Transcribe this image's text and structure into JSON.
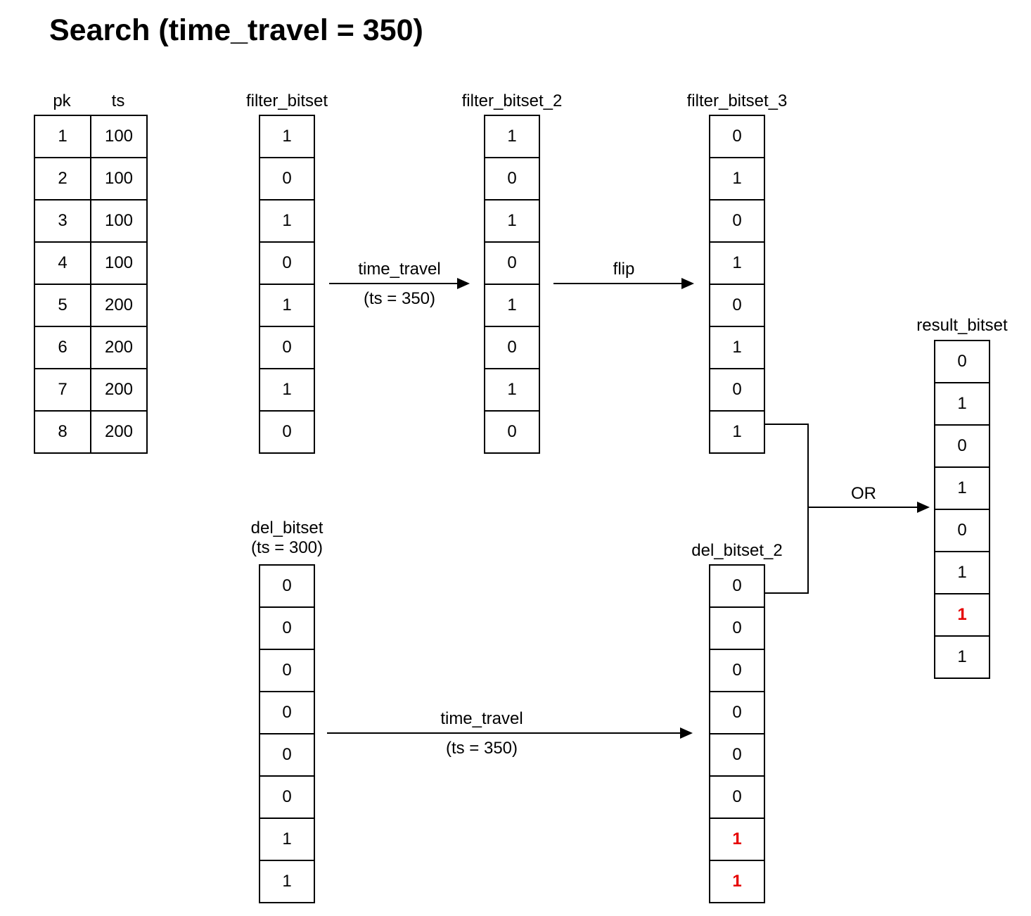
{
  "title": "Search (time_travel = 350)",
  "colors": {
    "text": "#000000",
    "line": "#000000",
    "background": "#ffffff",
    "highlight": "#e60000"
  },
  "table": {
    "headers": [
      "pk",
      "ts"
    ],
    "rows": [
      [
        "1",
        "100"
      ],
      [
        "2",
        "100"
      ],
      [
        "3",
        "100"
      ],
      [
        "4",
        "100"
      ],
      [
        "5",
        "200"
      ],
      [
        "6",
        "200"
      ],
      [
        "7",
        "200"
      ],
      [
        "8",
        "200"
      ]
    ]
  },
  "bitsets": {
    "filter_bitset": {
      "label": "filter_bitset",
      "values": [
        "1",
        "0",
        "1",
        "0",
        "1",
        "0",
        "1",
        "0"
      ],
      "highlight_indices": []
    },
    "filter_bitset_2": {
      "label": "filter_bitset_2",
      "values": [
        "1",
        "0",
        "1",
        "0",
        "1",
        "0",
        "1",
        "0"
      ],
      "highlight_indices": []
    },
    "filter_bitset_3": {
      "label": "filter_bitset_3",
      "values": [
        "0",
        "1",
        "0",
        "1",
        "0",
        "1",
        "0",
        "1"
      ],
      "highlight_indices": []
    },
    "del_bitset": {
      "label": "del_bitset",
      "sublabel": "(ts = 300)",
      "values": [
        "0",
        "0",
        "0",
        "0",
        "0",
        "0",
        "1",
        "1"
      ],
      "highlight_indices": []
    },
    "del_bitset_2": {
      "label": "del_bitset_2",
      "values": [
        "0",
        "0",
        "0",
        "0",
        "0",
        "0",
        "1",
        "1"
      ],
      "highlight_indices": [
        6,
        7
      ]
    },
    "result_bitset": {
      "label": "result_bitset",
      "values": [
        "0",
        "1",
        "0",
        "1",
        "0",
        "1",
        "1",
        "1"
      ],
      "highlight_indices": [
        6
      ]
    }
  },
  "arrows": {
    "time_travel_top": {
      "label": "time_travel",
      "sublabel": "(ts = 350)"
    },
    "flip": {
      "label": "flip"
    },
    "time_travel_bottom": {
      "label": "time_travel",
      "sublabel": "(ts = 350)"
    },
    "or": {
      "label": "OR"
    }
  }
}
